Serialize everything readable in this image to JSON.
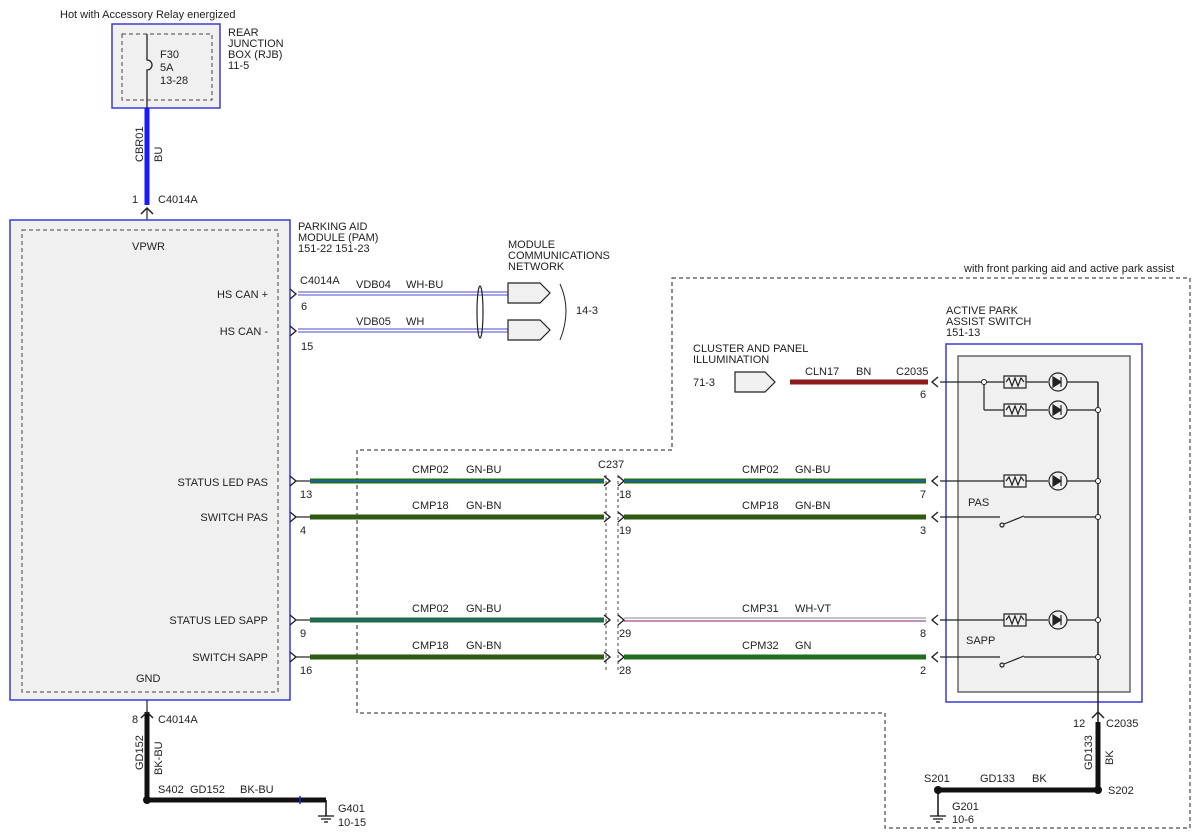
{
  "header": {
    "power_note": "Hot with Accessory Relay energized",
    "option_note": "with front parking aid and active park assist"
  },
  "rjb": {
    "fuse": "F30",
    "amps": "5A",
    "ref": "13-28",
    "name_lines": [
      "REAR",
      "JUNCTION",
      "BOX (RJB)",
      "11-5"
    ]
  },
  "feed": {
    "circuit": "CBR01",
    "color": "BU",
    "pin": "1",
    "connector": "C4014A"
  },
  "pam": {
    "name_lines": [
      "PARKING AID",
      "MODULE (PAM)",
      "151-22   151-23"
    ],
    "vpwr": "VPWR",
    "gnd": "GND",
    "pins": [
      "HS CAN +",
      "HS CAN -",
      "STATUS LED PAS",
      "SWITCH PAS",
      "STATUS LED SAPP",
      "SWITCH SAPP"
    ]
  },
  "can": {
    "connector": "C4014A",
    "lines": [
      {
        "pin": "6",
        "circuit": "VDB04",
        "color": "WH-BU"
      },
      {
        "pin": "15",
        "circuit": "VDB05",
        "color": "WH"
      }
    ],
    "network_lines": [
      "MODULE",
      "COMMUNICATIONS",
      "NETWORK"
    ],
    "network_ref": "14-3"
  },
  "illum": {
    "name_lines": [
      "CLUSTER AND PANEL",
      "ILLUMINATION"
    ],
    "ref": "71-3",
    "circuit": "CLN17",
    "color": "BN",
    "connector": "C2035",
    "pin": "6"
  },
  "c237": "C237",
  "wires": [
    {
      "lpin": "13",
      "lcirc": "CMP02",
      "lcol": "GN-BU",
      "mpin": "18",
      "rcirc": "CMP02",
      "rcol": "GN-BU",
      "rpin": "7"
    },
    {
      "lpin": "4",
      "lcirc": "CMP18",
      "lcol": "GN-BN",
      "mpin": "19",
      "rcirc": "CMP18",
      "rcol": "GN-BN",
      "rpin": "3"
    },
    {
      "lpin": "9",
      "lcirc": "CMP02",
      "lcol": "GN-BU",
      "mpin": "29",
      "rcirc": "CMP31",
      "rcol": "WH-VT",
      "rpin": "8"
    },
    {
      "lpin": "16",
      "lcirc": "CMP18",
      "lcol": "GN-BN",
      "mpin": "28",
      "rcirc": "CPM32",
      "rcol": "GN",
      "rpin": "2"
    }
  ],
  "switch": {
    "name_lines": [
      "ACTIVE PARK",
      "ASSIST SWITCH",
      "151-13"
    ],
    "pas": "PAS",
    "sapp": "SAPP"
  },
  "ground_left": {
    "pin": "8",
    "connector": "C4014A",
    "circuit": "GD152",
    "color": "BK-BU",
    "splice": "S402",
    "ground": "G401",
    "ref": "10-15"
  },
  "ground_right": {
    "pin": "12",
    "connector": "C2035",
    "circuit": "GD133",
    "color": "BK",
    "splice_left": "S201",
    "splice_right": "S202",
    "ground": "G201",
    "ref": "10-6"
  },
  "colors": {
    "blue_wire": "#1a1aff",
    "green_wire": "#1f6e1f",
    "brown_wire": "#8b1a1a",
    "box_border": "#3b3bd6",
    "gray_fill": "#f0f0f0"
  }
}
